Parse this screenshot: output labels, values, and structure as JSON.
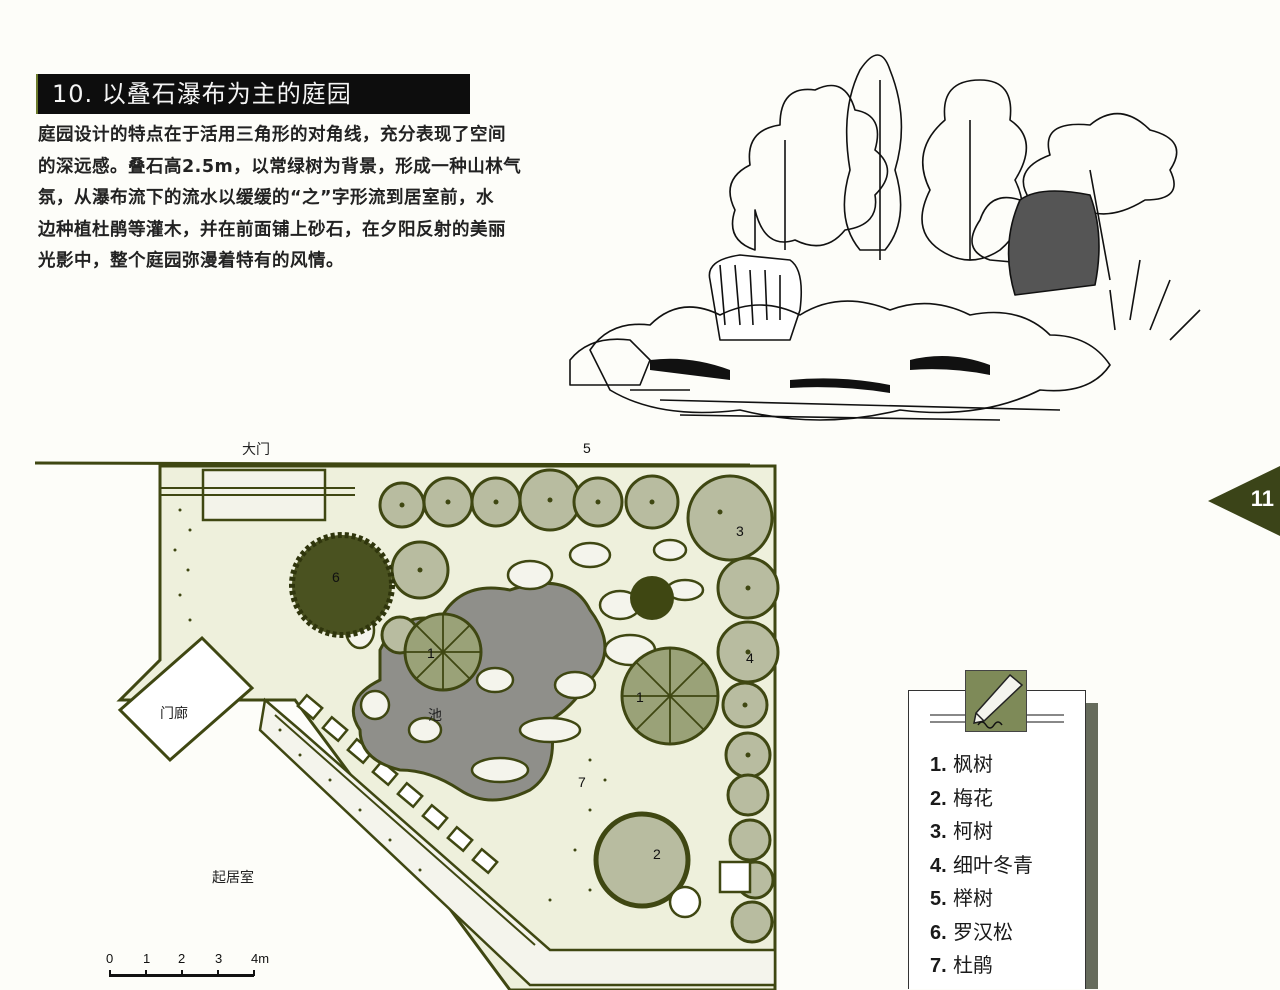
{
  "header": {
    "title": "10. 以叠石瀑布为主的庭园"
  },
  "intro_lines": [
    "庭园设计的特点在于活用三角形的对角线，充分表现了空间",
    "的深远感。叠石高2.5m，以常绿树为背景，形成一种山林气",
    "氛，从瀑布流下的流水以缓缓的“之”字形流到居室前，水",
    "边种植杜鹃等灌木，并在前面铺上砂石，在夕阳反射的美丽",
    "光影中，整个庭园弥漫着特有的风情。"
  ],
  "page_tab": {
    "number": "11",
    "color": "#3b4418"
  },
  "plan": {
    "labels": {
      "gate": "大门",
      "porch": "门廊",
      "living_room": "起居室",
      "pond": "池"
    },
    "markers": [
      "1",
      "1",
      "2",
      "3",
      "4",
      "5",
      "6",
      "7"
    ],
    "scale_bar": {
      "ticks": [
        "0",
        "1",
        "2",
        "3",
        "4m"
      ]
    },
    "colors": {
      "ink": "#3f4712",
      "tree_fill": "#b8bca0",
      "pond_fill": "#8f8f8a",
      "ground": "#eef0dc"
    }
  },
  "legend": {
    "icon": "pencil-icon",
    "items": [
      {
        "num": "1.",
        "name": "枫树"
      },
      {
        "num": "2.",
        "name": "梅花"
      },
      {
        "num": "3.",
        "name": "柯树"
      },
      {
        "num": "4.",
        "name": "细叶冬青"
      },
      {
        "num": "5.",
        "name": "榉树"
      },
      {
        "num": "6.",
        "name": "罗汉松"
      },
      {
        "num": "7.",
        "name": "杜鹃"
      }
    ]
  }
}
